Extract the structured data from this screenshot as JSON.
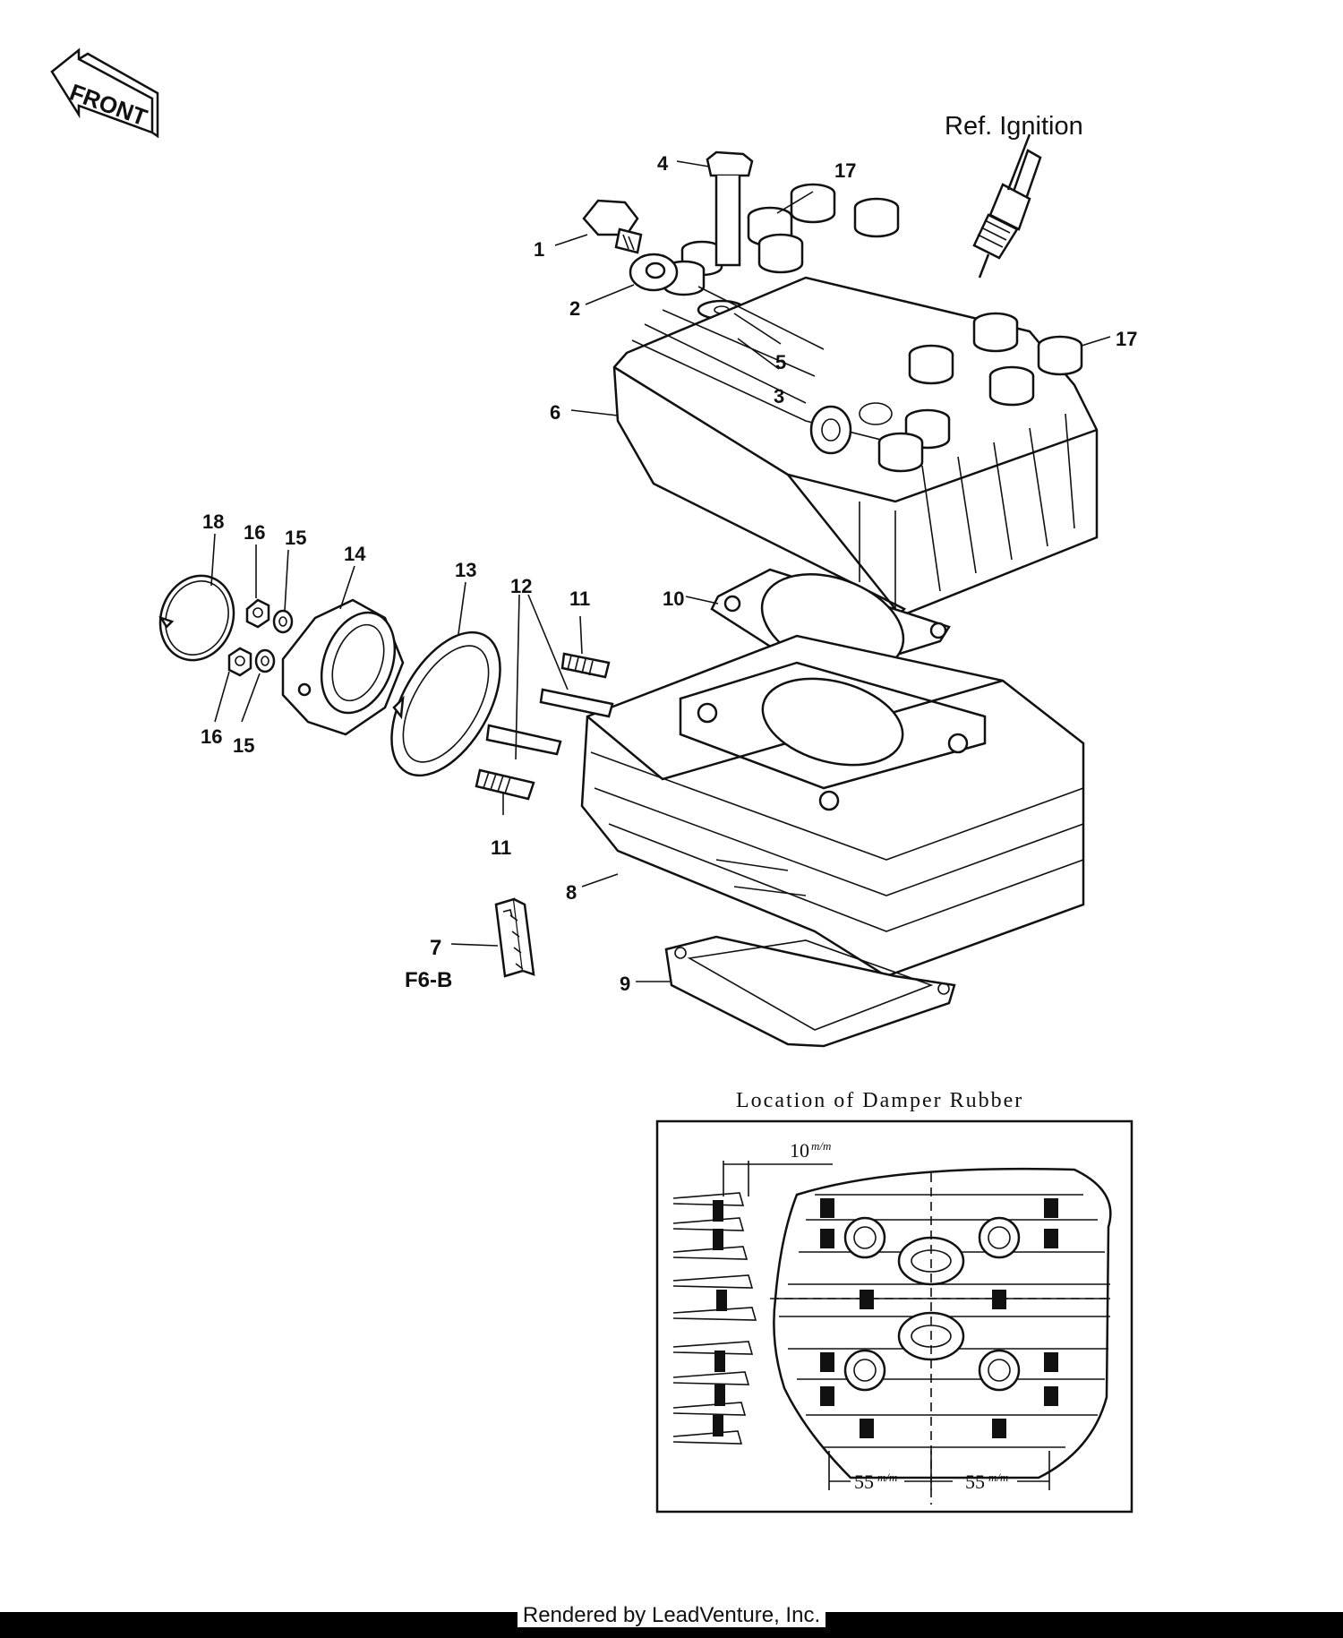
{
  "front_label": "FRONT",
  "ref_label": "Ref. Ignition",
  "inset": {
    "title": "Location of Damper Rubber",
    "dim_top": "10",
    "dim_unit": "m/m",
    "dim_left": "55",
    "dim_right": "55"
  },
  "part_labels": {
    "p1": "1",
    "p2": "2",
    "p3": "3",
    "p4": "4",
    "p5": "5",
    "p6": "6",
    "p7": "7",
    "p8": "8",
    "p9": "9",
    "p10": "10",
    "p11a": "11",
    "p11b": "11",
    "p12": "12",
    "p13": "13",
    "p14": "14",
    "p15a": "15",
    "p15b": "15",
    "p16a": "16",
    "p16b": "16",
    "p17a": "17",
    "p17b": "17",
    "p18": "18"
  },
  "crossref_label": "F6-B",
  "footer": "Rendered by LeadVenture, Inc."
}
